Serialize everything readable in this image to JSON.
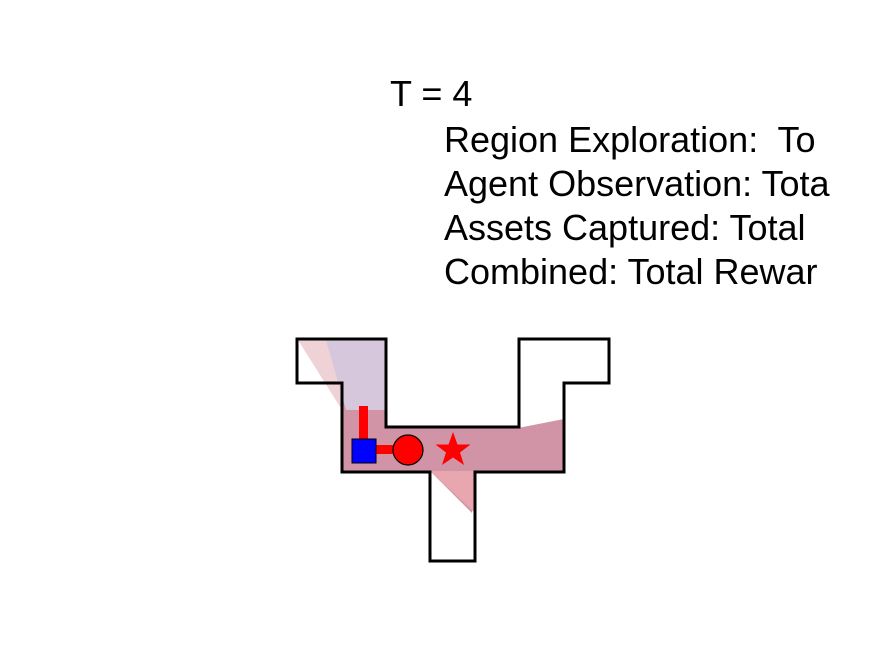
{
  "hud": {
    "time_label": "T = 4",
    "lines": [
      "Region Exploration:  To",
      "Agent Observation: Tota",
      "Assets Captured: Total",
      "Combined: Total Rewar"
    ]
  },
  "colors": {
    "agent_red": "#ff0000",
    "agent_blue": "#0000ff",
    "visibility_overlay": "#d08aa0",
    "wall": "#000000"
  },
  "icons": {
    "red_agent": "circle",
    "blue_agent": "square",
    "target": "star"
  }
}
